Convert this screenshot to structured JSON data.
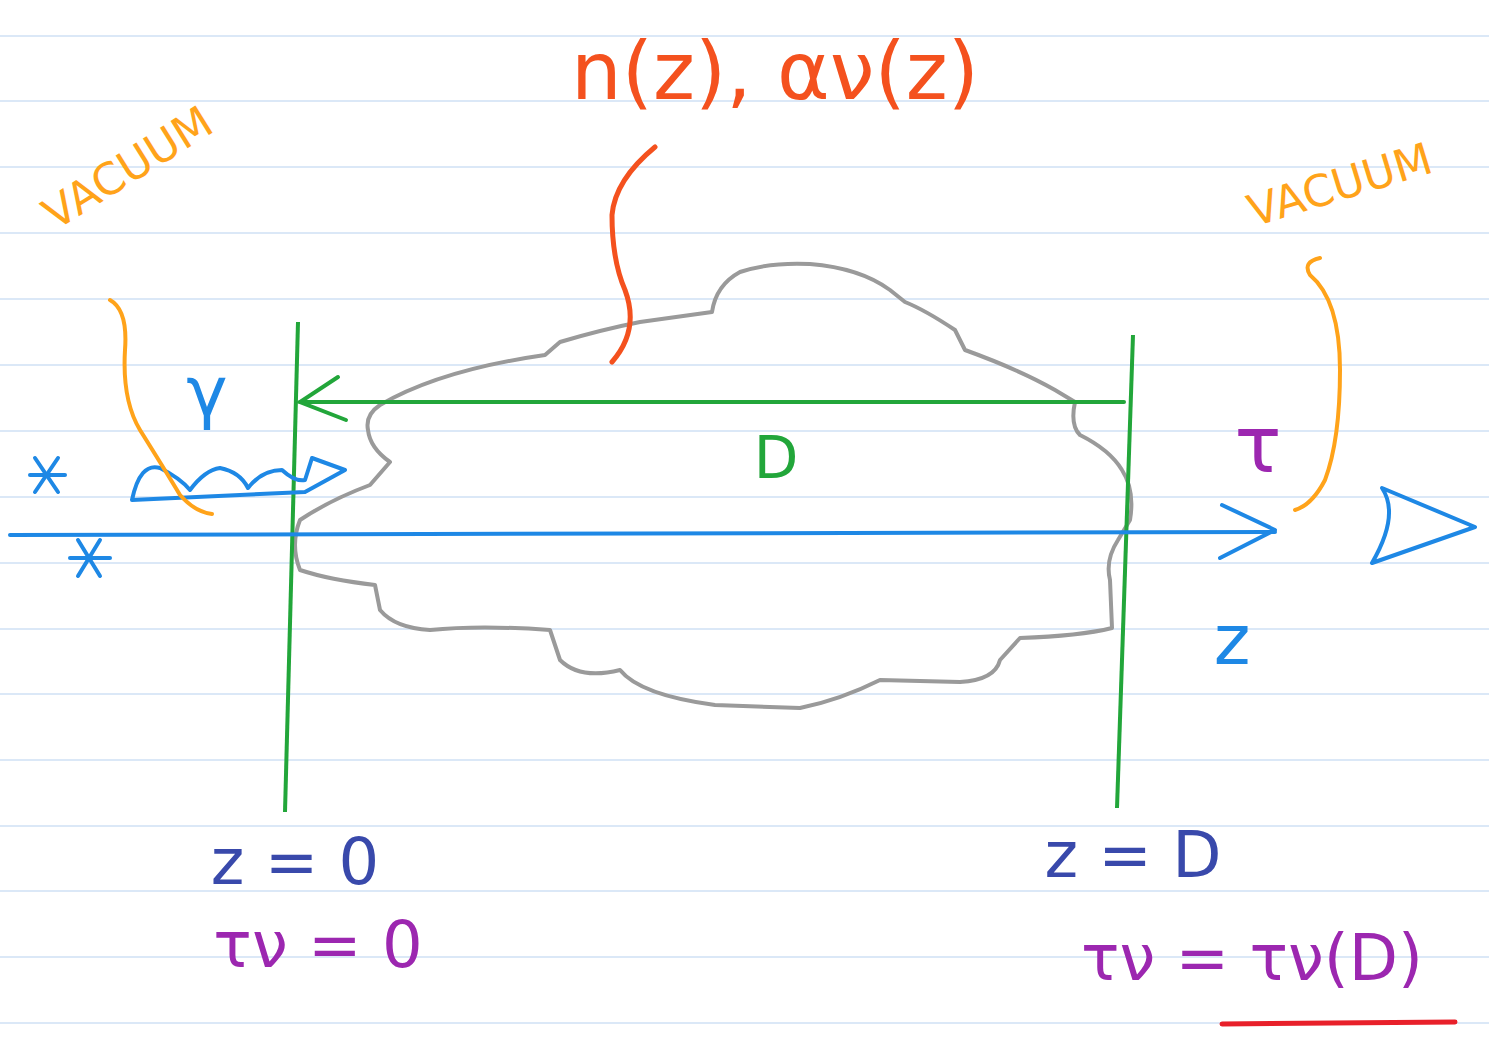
{
  "diagram": {
    "labels": [
      "n(z), αν(z)",
      "VACUUM",
      "VACUUM",
      "γ",
      "D",
      "τ",
      "z",
      "z = 0",
      "τν = 0",
      "z = D",
      "τν = τν(D)"
    ]
  }
}
